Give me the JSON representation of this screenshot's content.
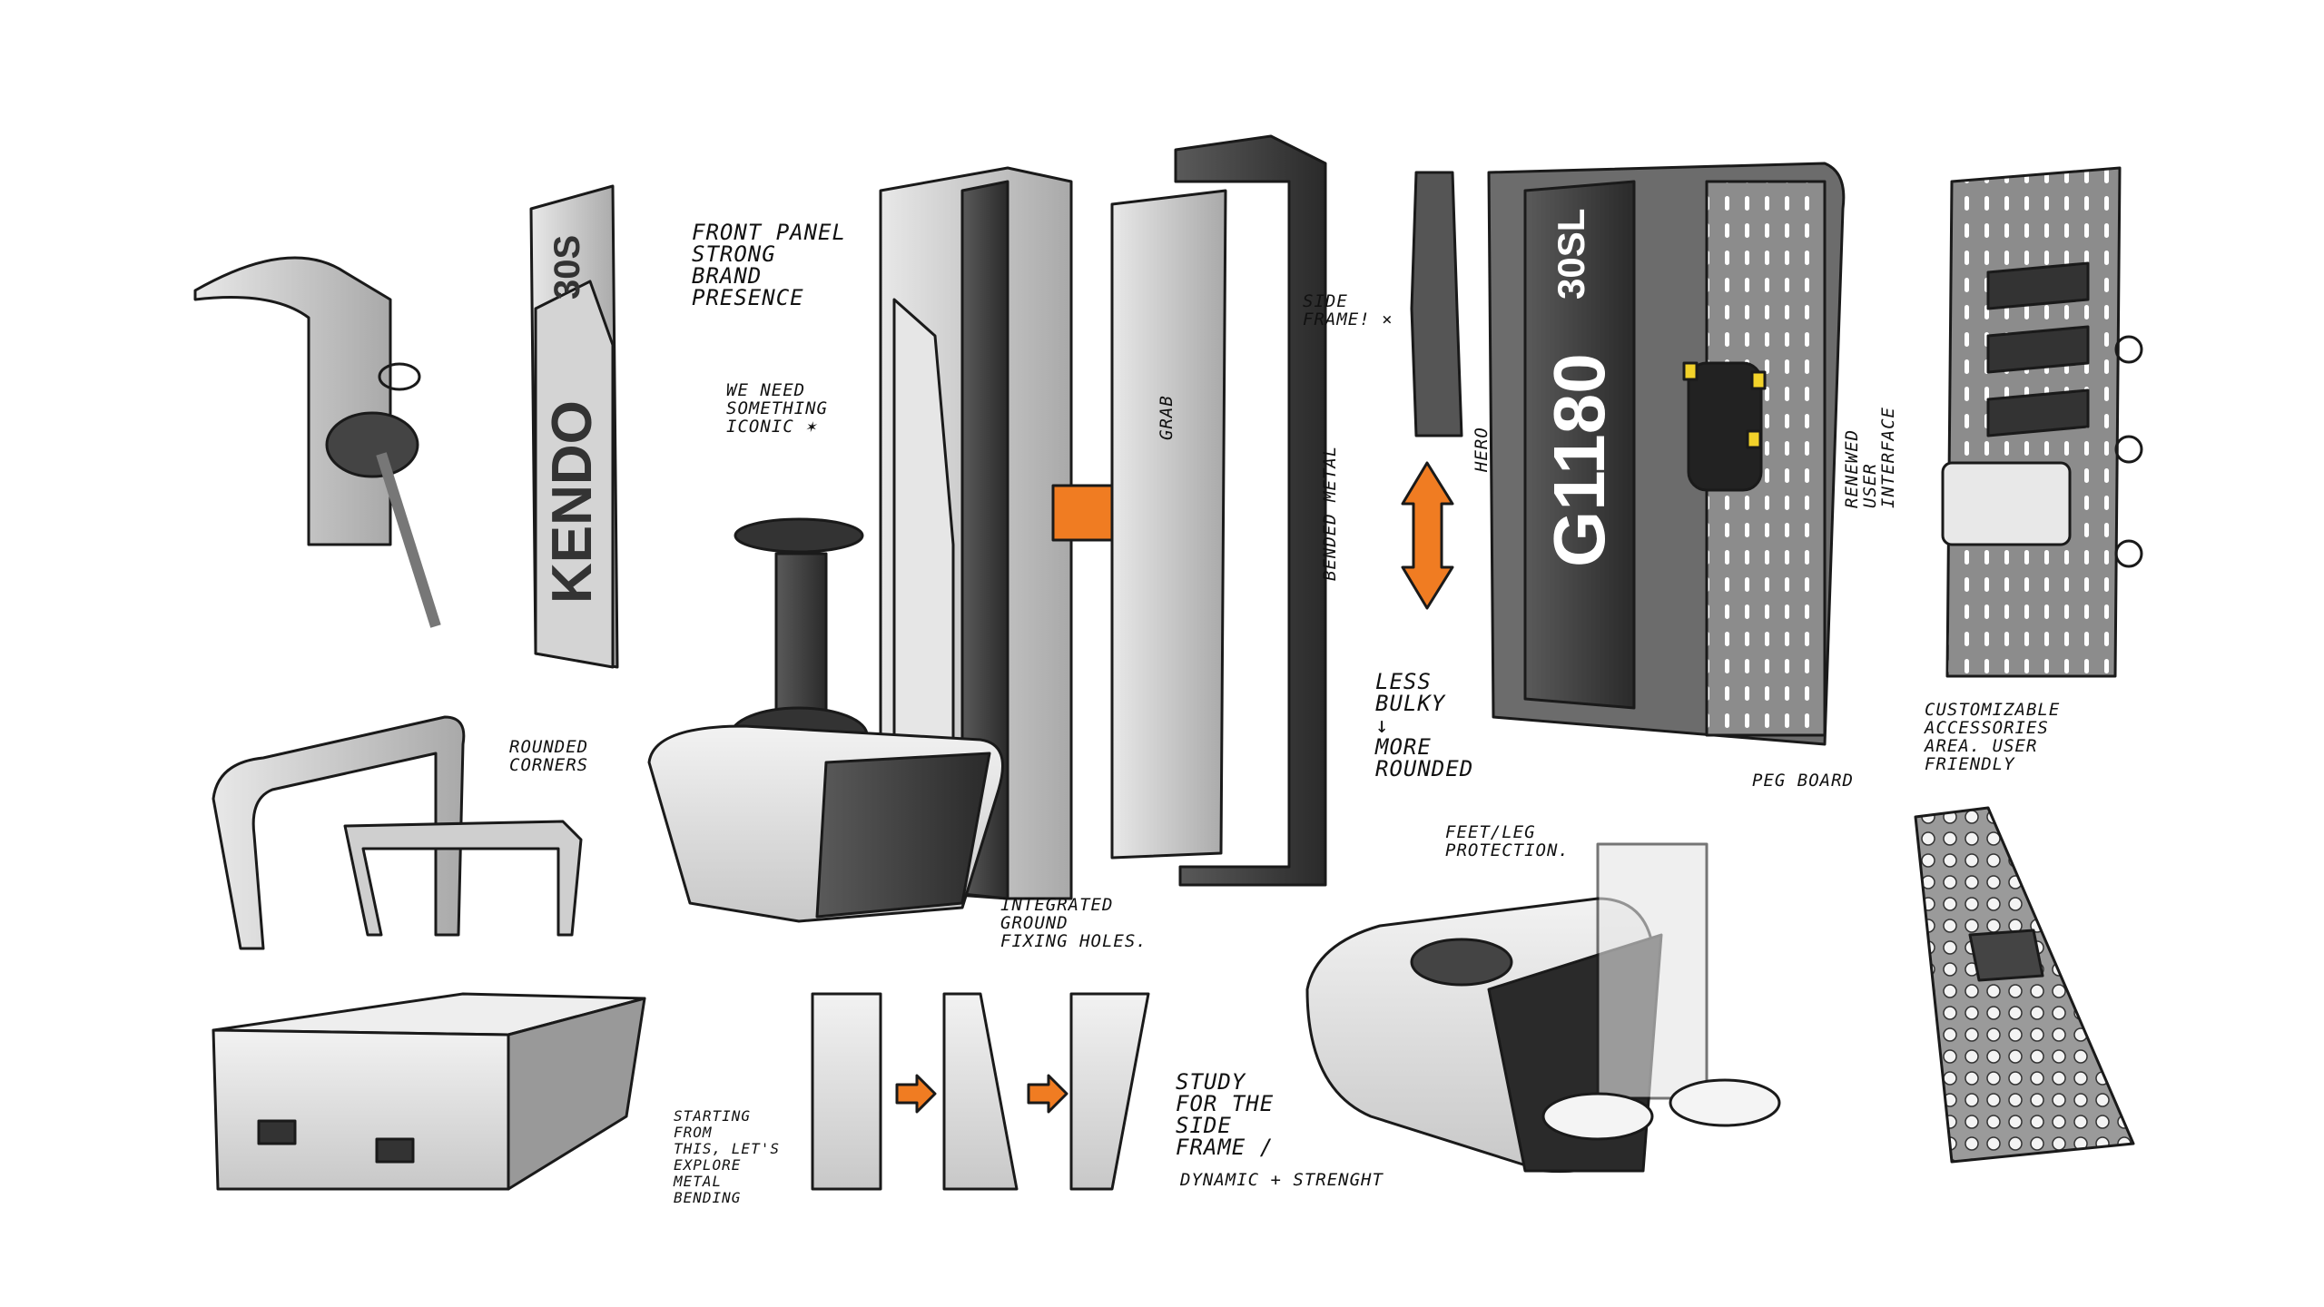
{
  "annotations": {
    "front_panel": "Front panel\nstrong\nbrand\npresence",
    "iconic": "We need\nsomething\niconic ✶",
    "side_frame": "Side\nframe! ×",
    "grab": "Grab",
    "bended_metal": "Bended metal",
    "hero": "Hero",
    "less_bulky": "Less\nbulky\n↓\nmore\nrounded",
    "renewed_ui": "Renewed\nuser\ninterface",
    "accessories": "Customizable\naccessories\narea. user\nfriendly",
    "rounded_corners": "Rounded\ncorners",
    "ground_fixing": "Integrated\nground\nfixing holes.",
    "feet_protection": "Feet/leg\nprotection.",
    "peg_board": "Peg board",
    "starting": "Starting\nfrom\nthis, let's\nexplore\nmetal\nbending",
    "study": "Study\nfor the\nside\nframe /",
    "dynamic": "Dynamic + strenght"
  },
  "product_labels": {
    "kendo": "KENDO",
    "panel_model": "30S",
    "machine_model": "G1180",
    "machine_variant": "30SL"
  },
  "colors": {
    "accent_orange": "#f07c22",
    "ui_yellow": "#f2d22a",
    "dark_panel": "#3a3a3a"
  }
}
